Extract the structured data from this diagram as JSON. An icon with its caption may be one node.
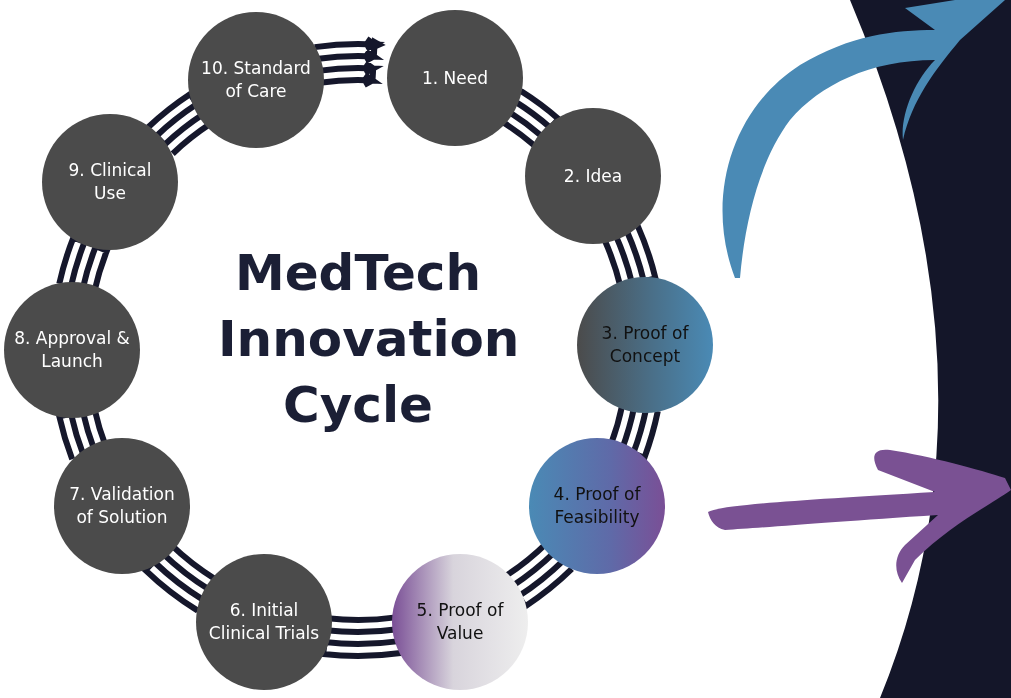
{
  "diagram": {
    "title": "MedTech Innovation Cycle",
    "nodes": [
      {
        "text": [
          "1. Need"
        ]
      },
      {
        "text": [
          "2. Idea"
        ]
      },
      {
        "text": [
          "3. Proof of Concept"
        ]
      },
      {
        "text": [
          "4. Proof of Feasibility"
        ]
      },
      {
        "text": [
          "5. Proof of Value"
        ]
      },
      {
        "text": [
          "6. Initial Clinical Trials"
        ]
      },
      {
        "text": [
          "7. Validation of Solution"
        ]
      },
      {
        "text": [
          "8. Approval & Launch"
        ]
      },
      {
        "text": [
          "9.  Clinical Use"
        ]
      },
      {
        "text": [
          "10. Standard of Care"
        ]
      }
    ],
    "edges": [
      {
        "from": 0,
        "to": 1,
        "arrow": "none"
      },
      {
        "from": 1,
        "to": 2,
        "arrow": "none"
      },
      {
        "from": 2,
        "to": 3,
        "arrow": "none"
      },
      {
        "from": 3,
        "to": 4,
        "arrow": "none"
      },
      {
        "from": 4,
        "to": 5,
        "arrow": "none"
      },
      {
        "from": 5,
        "to": 6,
        "arrow": "none"
      },
      {
        "from": 6,
        "to": 7,
        "arrow": "none"
      },
      {
        "from": 7,
        "to": 8,
        "arrow": "none"
      },
      {
        "from": 8,
        "to": 9,
        "arrow": "none"
      },
      {
        "from": 9,
        "to": 0,
        "arrow": "to"
      }
    ]
  }
}
